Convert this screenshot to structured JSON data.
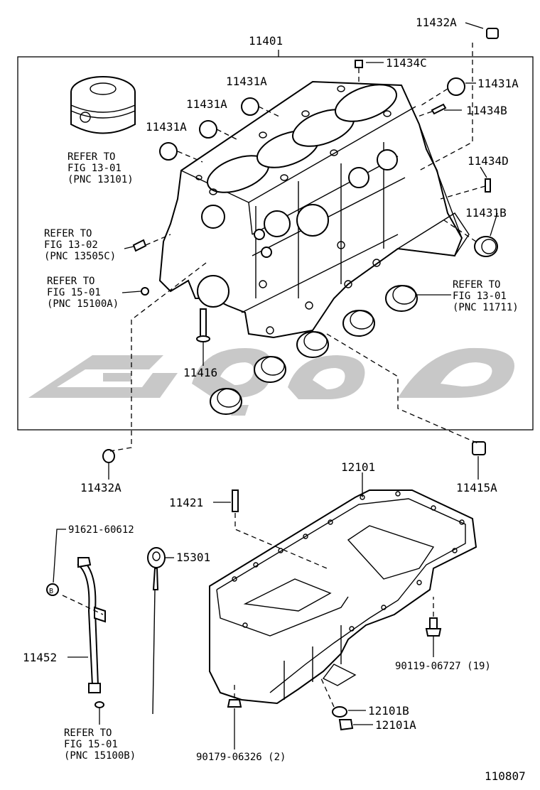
{
  "labels": {
    "block": "11401",
    "plug_top": "11432A",
    "pin_c": "11434C",
    "cap_r1": "11431A",
    "cap_a1": "11431A",
    "cap_a2": "11431A",
    "cap_a3": "11431A",
    "pin_b": "11434B",
    "pin_d": "11434D",
    "cap_b": "11431B",
    "stud_block": "11416",
    "plug_bottom": "11432A",
    "plug_drain": "11415A",
    "pan": "12101",
    "stud_pan": "11421",
    "bolt_guide": "91621-60612",
    "dipstick": "15301",
    "guide": "11452",
    "bolt_pan": "90119-06727 (19)",
    "gasket": "12101B",
    "drain_plug": "12101A",
    "nut_pan": "90179-06326 (2)",
    "ref_b_circle": "B",
    "figure_no": "110807"
  },
  "refs": {
    "piston": [
      "REFER TO",
      "FIG 13-01",
      "(PNC 13101)"
    ],
    "sensor": [
      "REFER TO",
      "FIG 13-02",
      "(PNC 13505C)"
    ],
    "plug15": [
      "REFER TO",
      "FIG 15-01",
      "(PNC 15100A)"
    ],
    "bearing": [
      "REFER TO",
      "FIG 13-01",
      "(PNC 11711)"
    ],
    "oring": [
      "REFER TO",
      "FIG 15-01",
      "(PNC 15100B)"
    ]
  },
  "colors": {
    "line": "#000000",
    "watermark": "#c8c8c8"
  }
}
